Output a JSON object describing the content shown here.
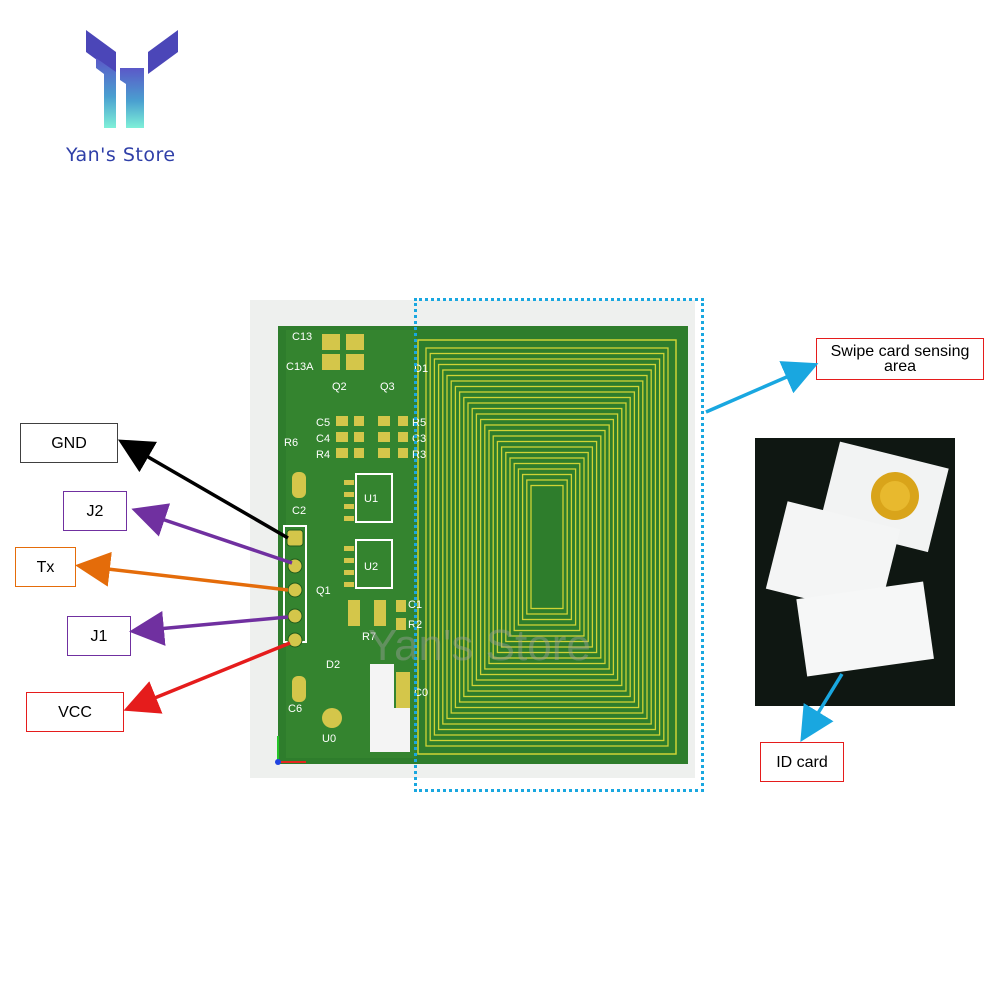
{
  "brand": {
    "name": "Yan's Store",
    "logo_icon": "y-logo-icon",
    "watermark": "Yan's Store"
  },
  "board": {
    "silkscreen": [
      "C13",
      "C13A",
      "Q2",
      "Q3",
      "D1",
      "R6",
      "C5",
      "C4",
      "R4",
      "R5",
      "C3",
      "R3",
      "C2",
      "U1",
      "U2",
      "Q1",
      "C1",
      "R2",
      "R7",
      "D2",
      "C6",
      "U0",
      "C0"
    ],
    "antenna_color": "#cfd335",
    "board_color": "#2e7d2c"
  },
  "labels": {
    "gnd": "GND",
    "j2": "J2",
    "tx": "Tx",
    "j1": "J1",
    "vcc": "VCC",
    "sensing_line1": "Swipe card sensing",
    "sensing_line2": "area",
    "id_card": "ID card"
  },
  "colors": {
    "gnd_arrow": "#000000",
    "j_arrow": "#7030a0",
    "tx_arrow": "#e46c0a",
    "vcc_arrow": "#e51c1c",
    "sensing_arrow": "#19a7e0",
    "brand_text": "#2f3fa8"
  }
}
